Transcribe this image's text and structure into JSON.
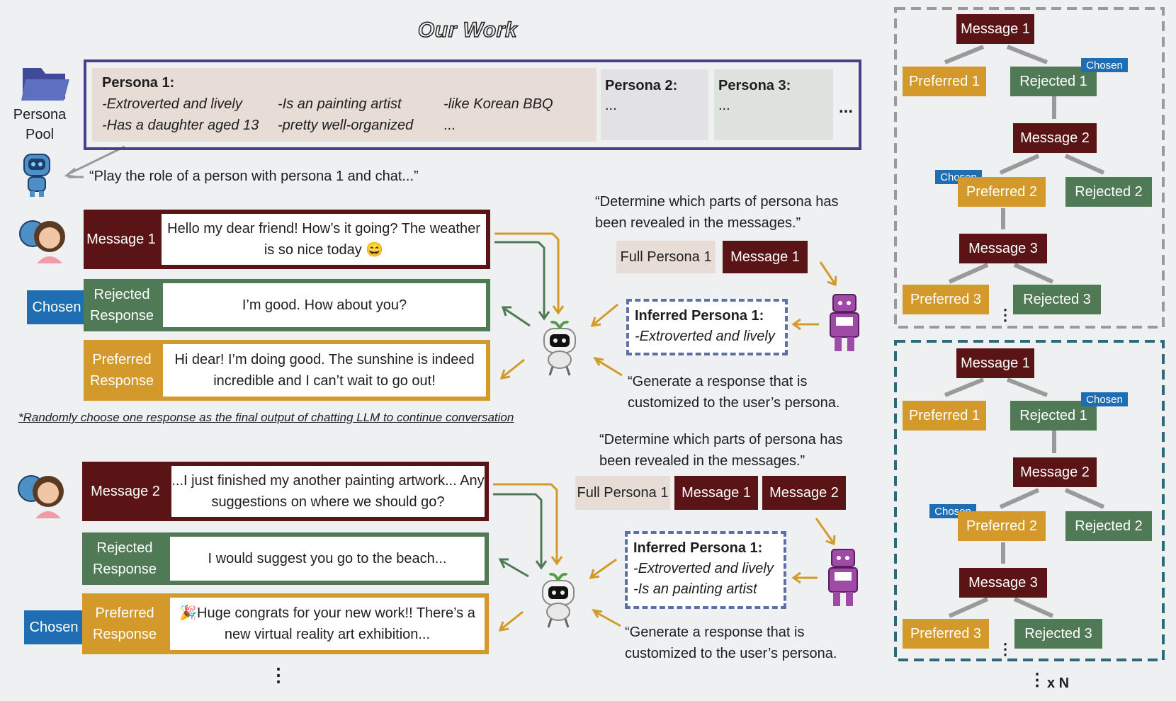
{
  "title": "Our Work",
  "persona_pool": {
    "label": "Persona Pool",
    "persona1": {
      "title": "Persona 1:",
      "traits": [
        "-Extroverted and lively",
        "-Is an painting artist",
        "-like Korean BBQ",
        "-Has a daughter aged 13",
        "-pretty well-organized",
        "..."
      ]
    },
    "persona2": {
      "title": "Persona 2:",
      "text": "..."
    },
    "persona3": {
      "title": "Persona 3:",
      "text": "..."
    },
    "more": "..."
  },
  "roleplay_prompt": "“Play the role of a person with persona 1 and chat...”",
  "turn1": {
    "message_label": "Message 1",
    "message_text": "Hello my dear friend! How’s it going? The weather is so nice today 😄",
    "chosen": "Chosen",
    "rejected_label": "Rejected Response",
    "rejected_text": "I’m good. How about you?",
    "preferred_label": "Preferred Response",
    "preferred_text": "Hi dear! I’m doing good. The sunshine is indeed incredible and I can’t wait to go out!",
    "determine_prompt": "“Determine which parts of persona has been revealed in the messages.”",
    "full_persona": "Full Persona 1",
    "msg_tags": [
      "Message 1"
    ],
    "inferred_title": "Inferred Persona 1:",
    "inferred_traits": [
      "-Extroverted and lively"
    ],
    "generate_prompt": "“Generate a response that is customized to the user’s persona."
  },
  "footnote": "*Randomly choose one response as the final output of chatting LLM to continue conversation",
  "turn2": {
    "message_label": "Message 2",
    "message_text": "...I just finished my another painting artwork... Any suggestions on where we should go?",
    "chosen": "Chosen",
    "rejected_label": "Rejected Response",
    "rejected_text": "I would suggest you go to the beach...",
    "preferred_label": "Preferred Response",
    "preferred_text": "🎉Huge congrats for your new work!! There’s a new virtual reality art exhibition...",
    "determine_prompt": "“Determine which parts of persona has been revealed in the messages.”",
    "full_persona": "Full Persona 1",
    "msg_tags": [
      "Message 1",
      "Message 2"
    ],
    "inferred_title": "Inferred Persona 1:",
    "inferred_traits": [
      "-Extroverted and lively",
      "-Is an painting artist"
    ],
    "generate_prompt": "“Generate a response that is customized to the user’s persona."
  },
  "vdots": "⋮",
  "trees": {
    "labels": {
      "m1": "Message 1",
      "p1": "Preferred 1",
      "r1": "Rejected 1",
      "m2": "Message 2",
      "p2": "Preferred 2",
      "r2": "Rejected 2",
      "m3": "Message 3",
      "p3": "Preferred 3",
      "r3": "Rejected 3",
      "chosen": "Chosen"
    },
    "multiplier": "x N"
  },
  "colors": {
    "maroon": "#5b1416",
    "green": "#4f7a55",
    "gold": "#d39a2b",
    "blue": "#1f6db2",
    "persona_frame": "#4b3f8a",
    "tree1_border": "#9a9a9a",
    "tree2_border": "#2b6a7d"
  }
}
